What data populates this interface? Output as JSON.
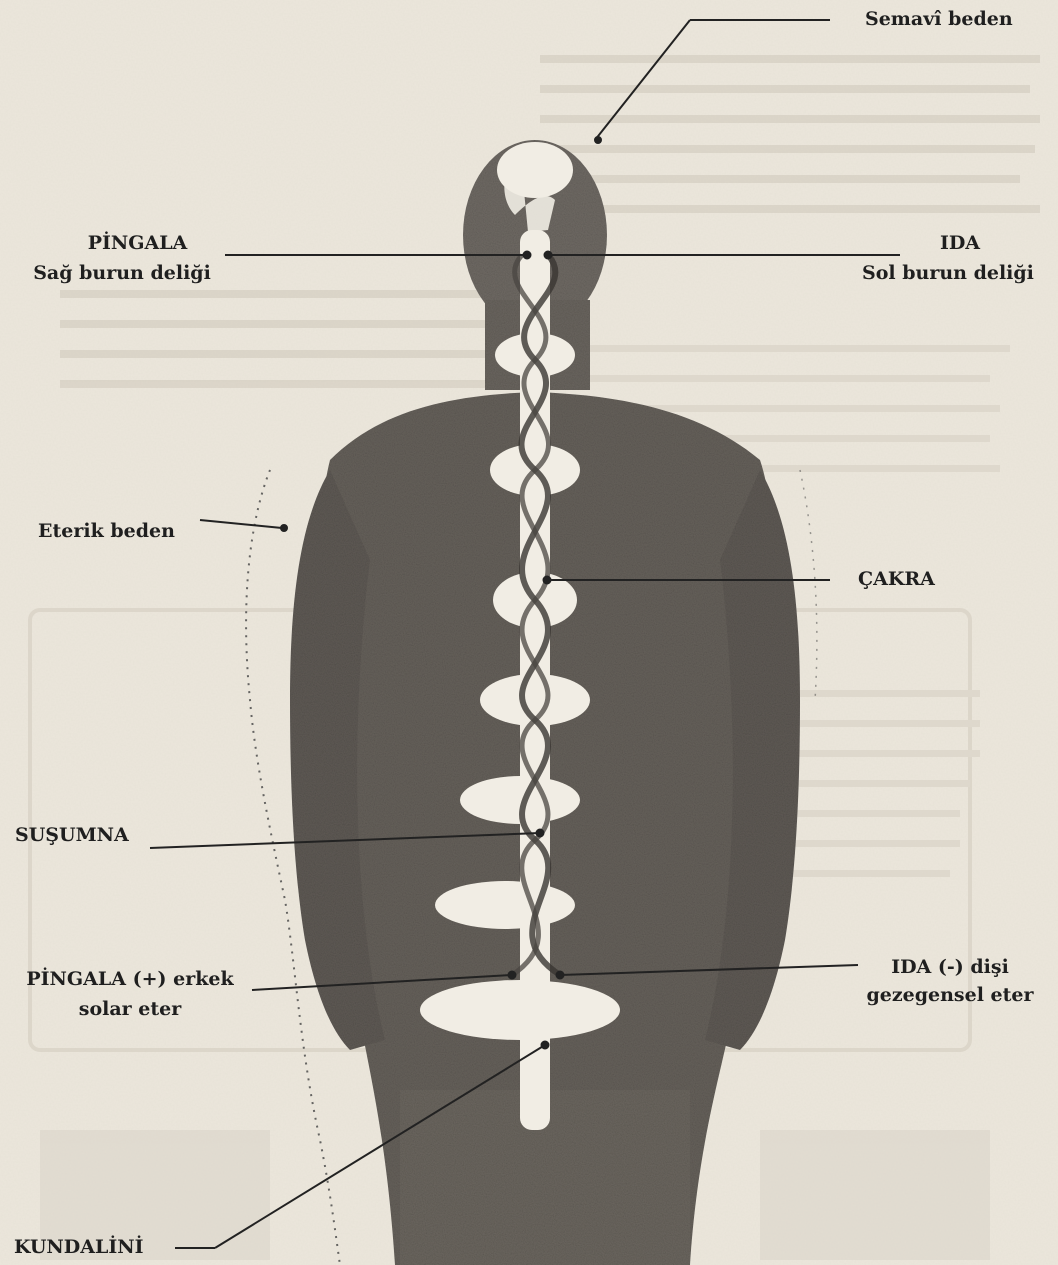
{
  "figure": {
    "labels": {
      "semavi_beden": "Semavî beden",
      "pingala_top": "PİNGALA",
      "pingala_top_sub": "Sağ burun deliği",
      "ida_top": "IDA",
      "ida_top_sub": "Sol burun deliği",
      "eterik_beden": "Eterik beden",
      "cakra": "ÇAKRA",
      "susumna": "SUŞUMNA",
      "pingala_bottom": "PİNGALA (+) erkek",
      "pingala_bottom_sub": "solar eter",
      "ida_bottom": "IDA (-) dişi",
      "ida_bottom_sub": "gezegensel eter",
      "kundalini": "KUNDALİNİ"
    },
    "colors": {
      "paper": "#ece7dc",
      "ink": "#1f1f1f",
      "body_shade": "#6f6a64",
      "light_channel": "#f1ede4",
      "faded_text": "#b9b2a5"
    }
  }
}
